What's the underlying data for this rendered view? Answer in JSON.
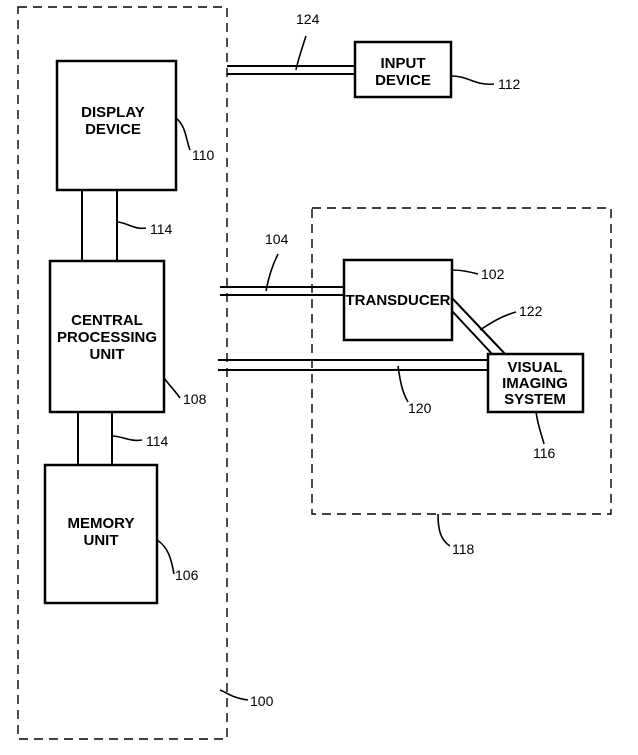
{
  "boxes": {
    "display": {
      "line1": "DISPLAY",
      "line2": "DEVICE"
    },
    "cpu": {
      "line1": "CENTRAL",
      "line2": "PROCESSING",
      "line3": "UNIT"
    },
    "memory": {
      "line1": "MEMORY",
      "line2": "UNIT"
    },
    "input": {
      "line1": "INPUT",
      "line2": "DEVICE"
    },
    "transducer": {
      "line1": "TRANSDUCER"
    },
    "imaging": {
      "line1": "VISUAL",
      "line2": "IMAGING",
      "line3": "SYSTEM"
    }
  },
  "refs": {
    "system": "100",
    "transducer_link": "104",
    "memory": "106",
    "cpu": "108",
    "display": "110",
    "input": "112",
    "bus_upper": "114",
    "bus_lower": "114",
    "transducer": "102",
    "imaging": "116",
    "imaging_group": "118",
    "imaging_link": "120",
    "transducer_imaging_link": "122",
    "input_link": "124"
  }
}
